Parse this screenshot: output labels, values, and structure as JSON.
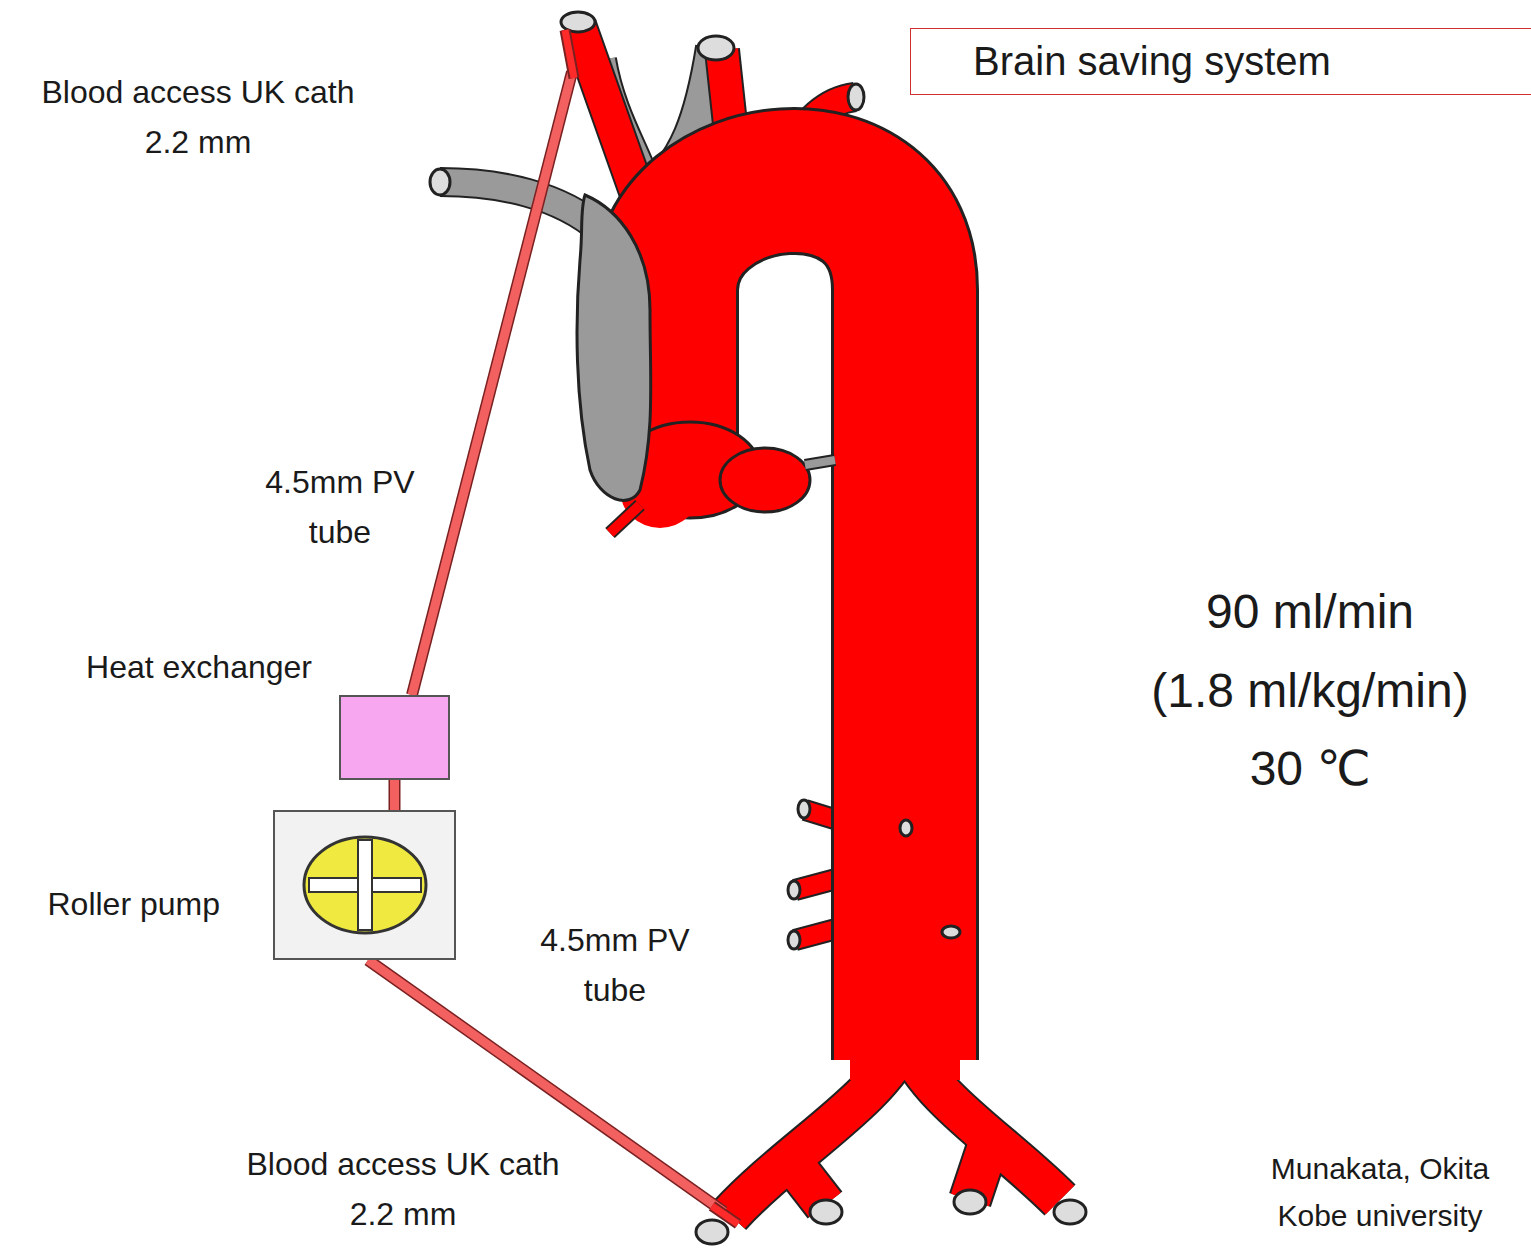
{
  "diagram": {
    "title": "Brain saving system",
    "nodes": [
      {
        "text": [
          "Heat exchanger"
        ]
      },
      {
        "text": [
          "Roller pump"
        ]
      }
    ],
    "edges": [
      {
        "from": 1,
        "to": 0,
        "arrow": "none"
      }
    ],
    "labels": [
      "Blood access UK cath 2.2 mm",
      "4.5mm PV tube",
      "4.5mm PV tube",
      "Blood access UK cath 2.2 mm",
      "90 ml/min",
      "(1.8 ml/kg/min)",
      "30 ℃",
      "Munakata, Okita Kobe university"
    ]
  }
}
